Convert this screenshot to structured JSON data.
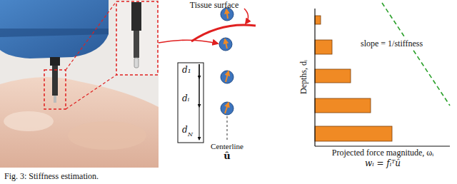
{
  "diagram": {
    "caption": "Fig. 3: Stiffness estimation.",
    "labels": [
      "Tissue surface",
      "d₁",
      "dᵢ",
      "d",
      "N",
      "Centerline",
      "û",
      "slope = 1/stiffness",
      "Depths, dᵢ",
      "Projected force magnitude, ωᵢ",
      "wᵢ = fᵢᵀû"
    ]
  }
}
